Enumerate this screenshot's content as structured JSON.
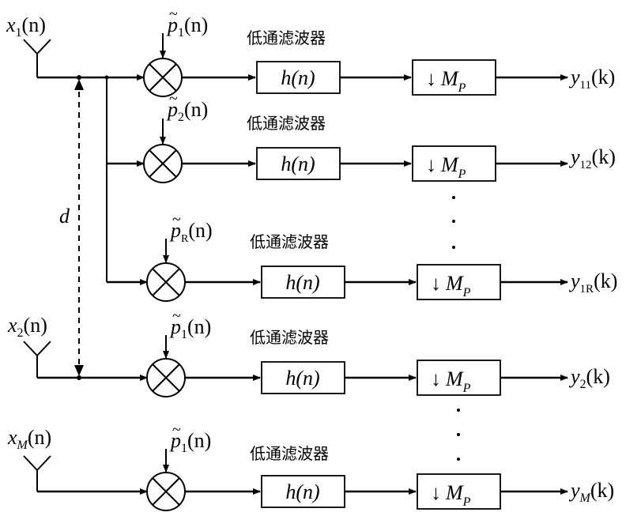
{
  "dashed_label": "d",
  "rows": [
    {
      "input": {
        "base": "x",
        "sub": "1",
        "arg": "(n)"
      },
      "osc": {
        "base": "p",
        "sub": "1",
        "arg": "(n)"
      },
      "filter_label": "低通滤波器",
      "filter": "h(n)",
      "decim": {
        "arrow": "↓",
        "base": "M",
        "sub": "P"
      },
      "output": {
        "base": "y",
        "sub": "11",
        "arg": "(k)"
      }
    },
    {
      "input": null,
      "osc": {
        "base": "p",
        "sub": "2",
        "arg": "(n)"
      },
      "filter_label": "低通滤波器",
      "filter": "h(n)",
      "decim": {
        "arrow": "↓",
        "base": "M",
        "sub": "P"
      },
      "output": {
        "base": "y",
        "sub": "12",
        "arg": "(k)"
      }
    },
    {
      "input": null,
      "osc": {
        "base": "p",
        "sub": "R",
        "arg": "(n)"
      },
      "filter_label": "低通滤波器",
      "filter": "h(n)",
      "decim": {
        "arrow": "↓",
        "base": "M",
        "sub": "P"
      },
      "output": {
        "base": "y",
        "sub": "1R",
        "arg": "(k)"
      }
    },
    {
      "input": {
        "base": "x",
        "sub": "2",
        "arg": "(n)"
      },
      "osc": {
        "base": "p",
        "sub": "1",
        "arg": "(n)"
      },
      "filter_label": "低通滤波器",
      "filter": "h(n)",
      "decim": {
        "arrow": "↓",
        "base": "M",
        "sub": "P"
      },
      "output": {
        "base": "y",
        "sub": "2",
        "arg": "(k)"
      }
    },
    {
      "input": {
        "base": "x",
        "sub": "M",
        "arg": "(n)"
      },
      "osc": {
        "base": "p",
        "sub": "1",
        "arg": "(n)"
      },
      "filter_label": "低通滤波器",
      "filter": "h(n)",
      "decim": {
        "arrow": "↓",
        "base": "M",
        "sub": "P"
      },
      "output": {
        "base": "y",
        "sub": "M",
        "arg": "(k)"
      }
    }
  ]
}
